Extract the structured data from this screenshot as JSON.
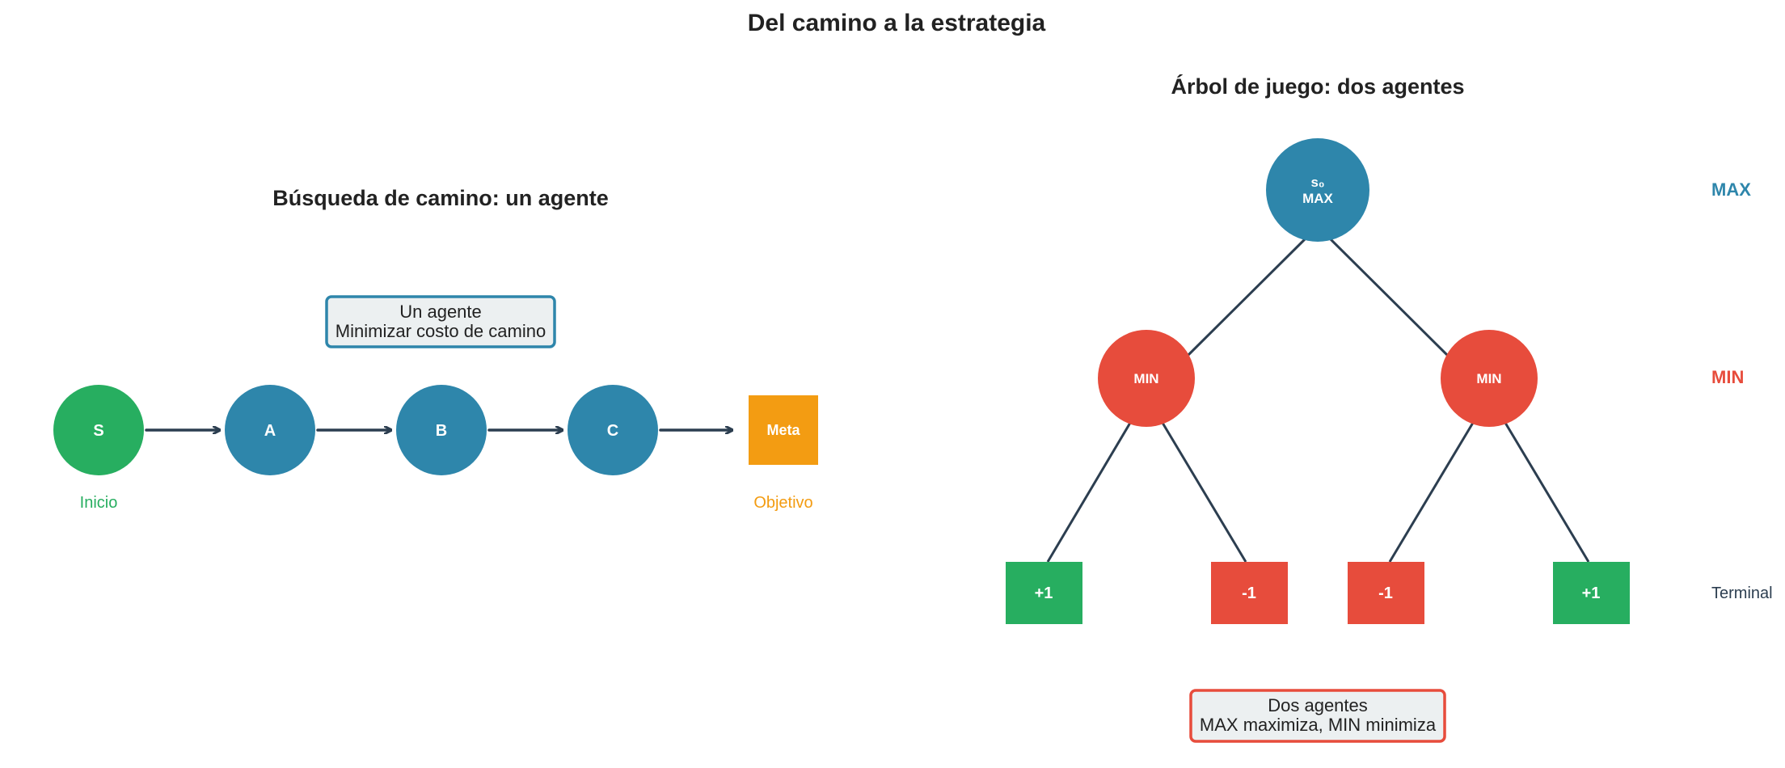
{
  "title": "Del camino a la estrategia",
  "colors": {
    "green": "#27ae60",
    "blue": "#2e86ab",
    "orange": "#f39c12",
    "red": "#e74c3c",
    "dark": "#2c3e50",
    "box_fill": "#ecf0f1"
  },
  "left_panel": {
    "title": "Búsqueda de camino: un agente",
    "info_box": {
      "line1": "Un agente",
      "line2": "Minimizar costo de camino"
    },
    "nodes": [
      {
        "label": "S",
        "role": "start"
      },
      {
        "label": "A",
        "role": "intermediate"
      },
      {
        "label": "B",
        "role": "intermediate"
      },
      {
        "label": "C",
        "role": "intermediate"
      },
      {
        "label": "Meta",
        "role": "goal"
      }
    ],
    "start_caption": "Inicio",
    "goal_caption": "Objetivo"
  },
  "right_panel": {
    "title": "Árbol de juego: dos agentes",
    "root": {
      "line1": "s₀",
      "line2": "MAX"
    },
    "min_nodes": [
      {
        "label": "MIN"
      },
      {
        "label": "MIN"
      }
    ],
    "terminals": [
      {
        "value": "+1"
      },
      {
        "value": "-1"
      },
      {
        "value": "-1"
      },
      {
        "value": "+1"
      }
    ],
    "level_labels": {
      "max": "MAX",
      "min": "MIN",
      "terminal": "Terminal"
    },
    "info_box": {
      "line1": "Dos agentes",
      "line2": "MAX maximiza, MIN minimiza"
    }
  }
}
